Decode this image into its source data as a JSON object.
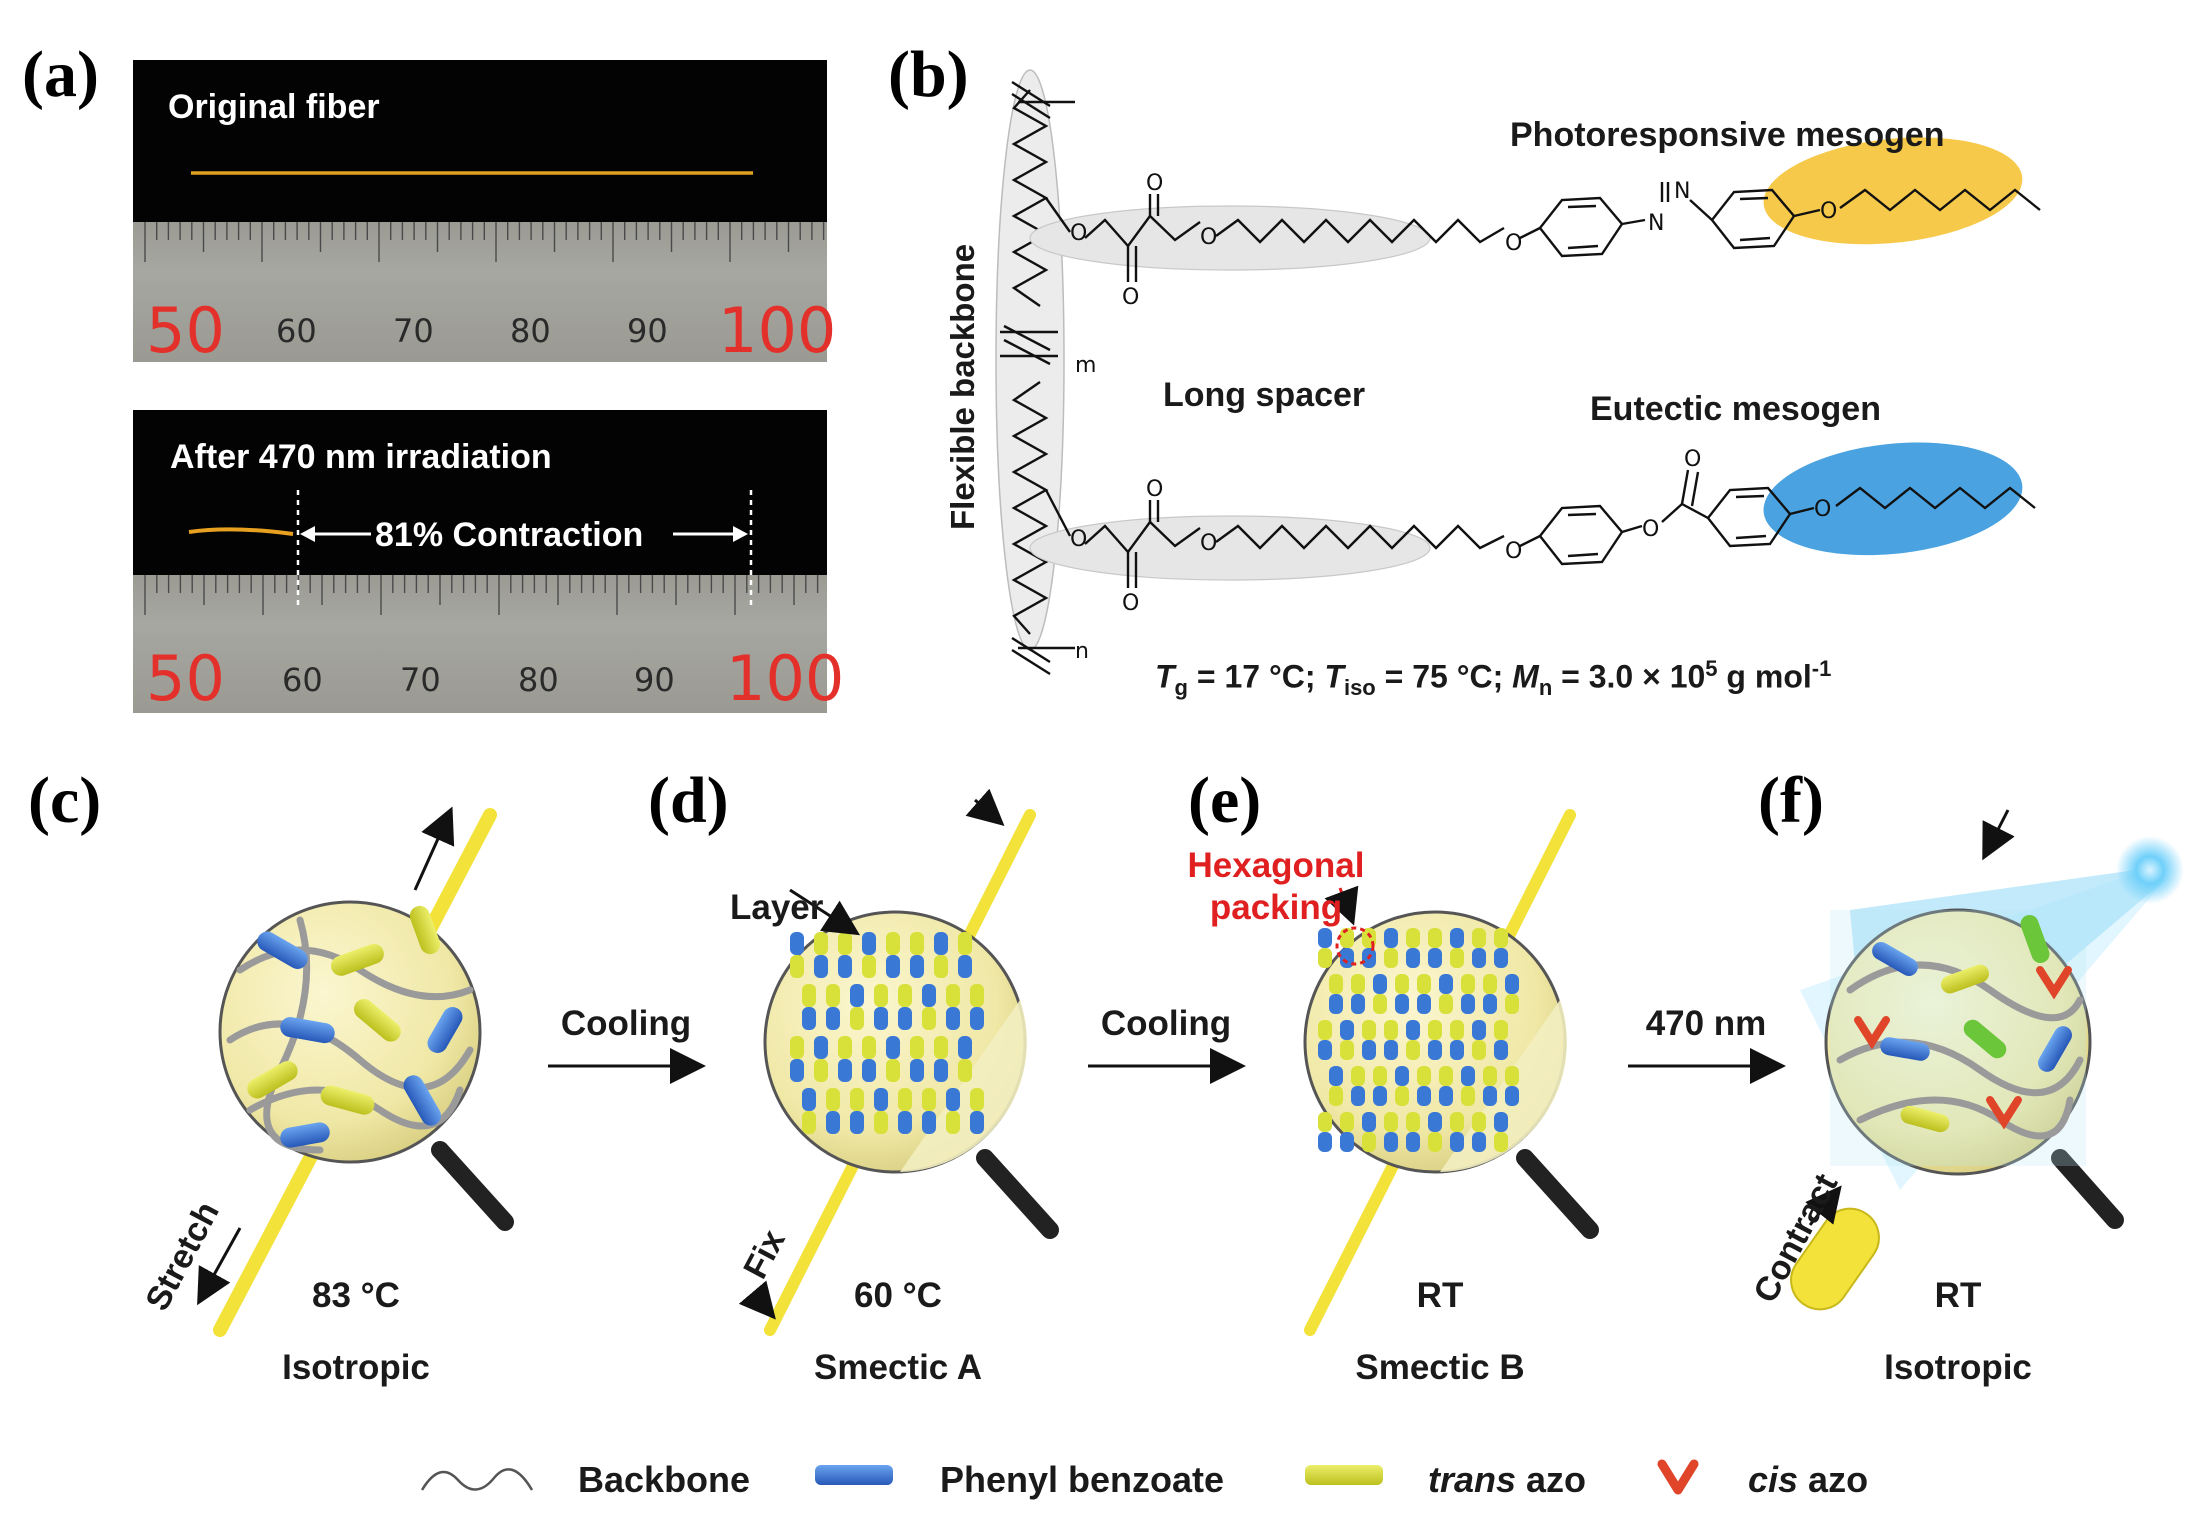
{
  "panels": {
    "a": "(a)",
    "b": "(b)",
    "c": "(c)",
    "d": "(d)",
    "e": "(e)",
    "f": "(f)"
  },
  "panel_a": {
    "top_title": "Original fiber",
    "bottom_title": "After 470 nm irradiation",
    "contraction_label": "81% Contraction",
    "ruler_labels": [
      "50",
      "60",
      "70",
      "80",
      "90",
      "100"
    ],
    "colors": {
      "fiber": "#e0a020",
      "ruler_big": "#e3302a",
      "photo_bg": "#030303"
    }
  },
  "panel_b": {
    "backbone_label": "Flexible backbone",
    "photoresponsive_label": "Photoresponsive mesogen",
    "long_spacer_label": "Long spacer",
    "eutectic_label": "Eutectic mesogen",
    "subscript_m": "m",
    "subscript_n": "n",
    "atom_O": "O",
    "atom_N": "N",
    "props": {
      "tg_sym": "T",
      "tg_sub": "g",
      "tg_val": " = 17 °C; ",
      "tiso_sym": "T",
      "tiso_sub": "iso",
      "tiso_val": " = 75 °C; ",
      "mn_sym": "M",
      "mn_sub": "n",
      "mn_val": " = 3.0 × 10",
      "mn_exp": "5",
      "mn_unit": " g mol",
      "mn_unit_exp": "-1"
    },
    "colors": {
      "azo_ellipse": "#f6c94a",
      "ester_ellipse": "#4aa3e0",
      "spacer_ellipse": "#e6e6e6"
    }
  },
  "panel_c": {
    "arrow_label": "Stretch",
    "temperature": "83 °C",
    "phase": "Isotropic"
  },
  "panel_d": {
    "arrow_label": "Fix",
    "layer_label": "Layer",
    "temperature": "60 °C",
    "phase": "Smectic A"
  },
  "panel_e": {
    "packing_label_1": "Hexagonal",
    "packing_label_2": "packing",
    "temperature": "RT",
    "phase": "Smectic B"
  },
  "panel_f": {
    "arrow_label": "Contract",
    "temperature": "RT",
    "phase": "Isotropic"
  },
  "transitions": {
    "c_to_d": "Cooling",
    "d_to_e": "Cooling",
    "e_to_f": "470 nm"
  },
  "legend": {
    "backbone": "Backbone",
    "phenyl_benzoate": "Phenyl benzoate",
    "trans_italic": "trans",
    "trans_rest": " azo",
    "cis_italic": "cis",
    "cis_rest": " azo"
  },
  "colors": {
    "fiber_yellow": "#f2e23a",
    "blue_mesogen": "#3a78d6",
    "yellow_mesogen": "#d8e03a",
    "cis_red": "#e0452a",
    "hexagonal_red": "#e02020",
    "light_blue": "#58c8f6"
  }
}
